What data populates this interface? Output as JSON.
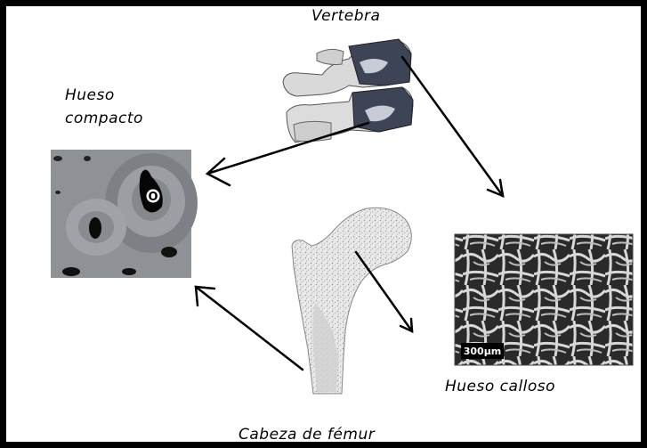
{
  "labels": {
    "vertebra": "Vertebra",
    "compact": "Hueso\ncompacto",
    "callous": "Hueso calloso",
    "femur": "Cabeza de fémur",
    "scale": "300µm"
  },
  "images": {
    "vertebra": "vertebra-illustration",
    "compact": "compact-bone-micrograph",
    "femur": "femur-head-section",
    "spongy": "spongy-bone-sem-micrograph"
  },
  "marker": "O"
}
